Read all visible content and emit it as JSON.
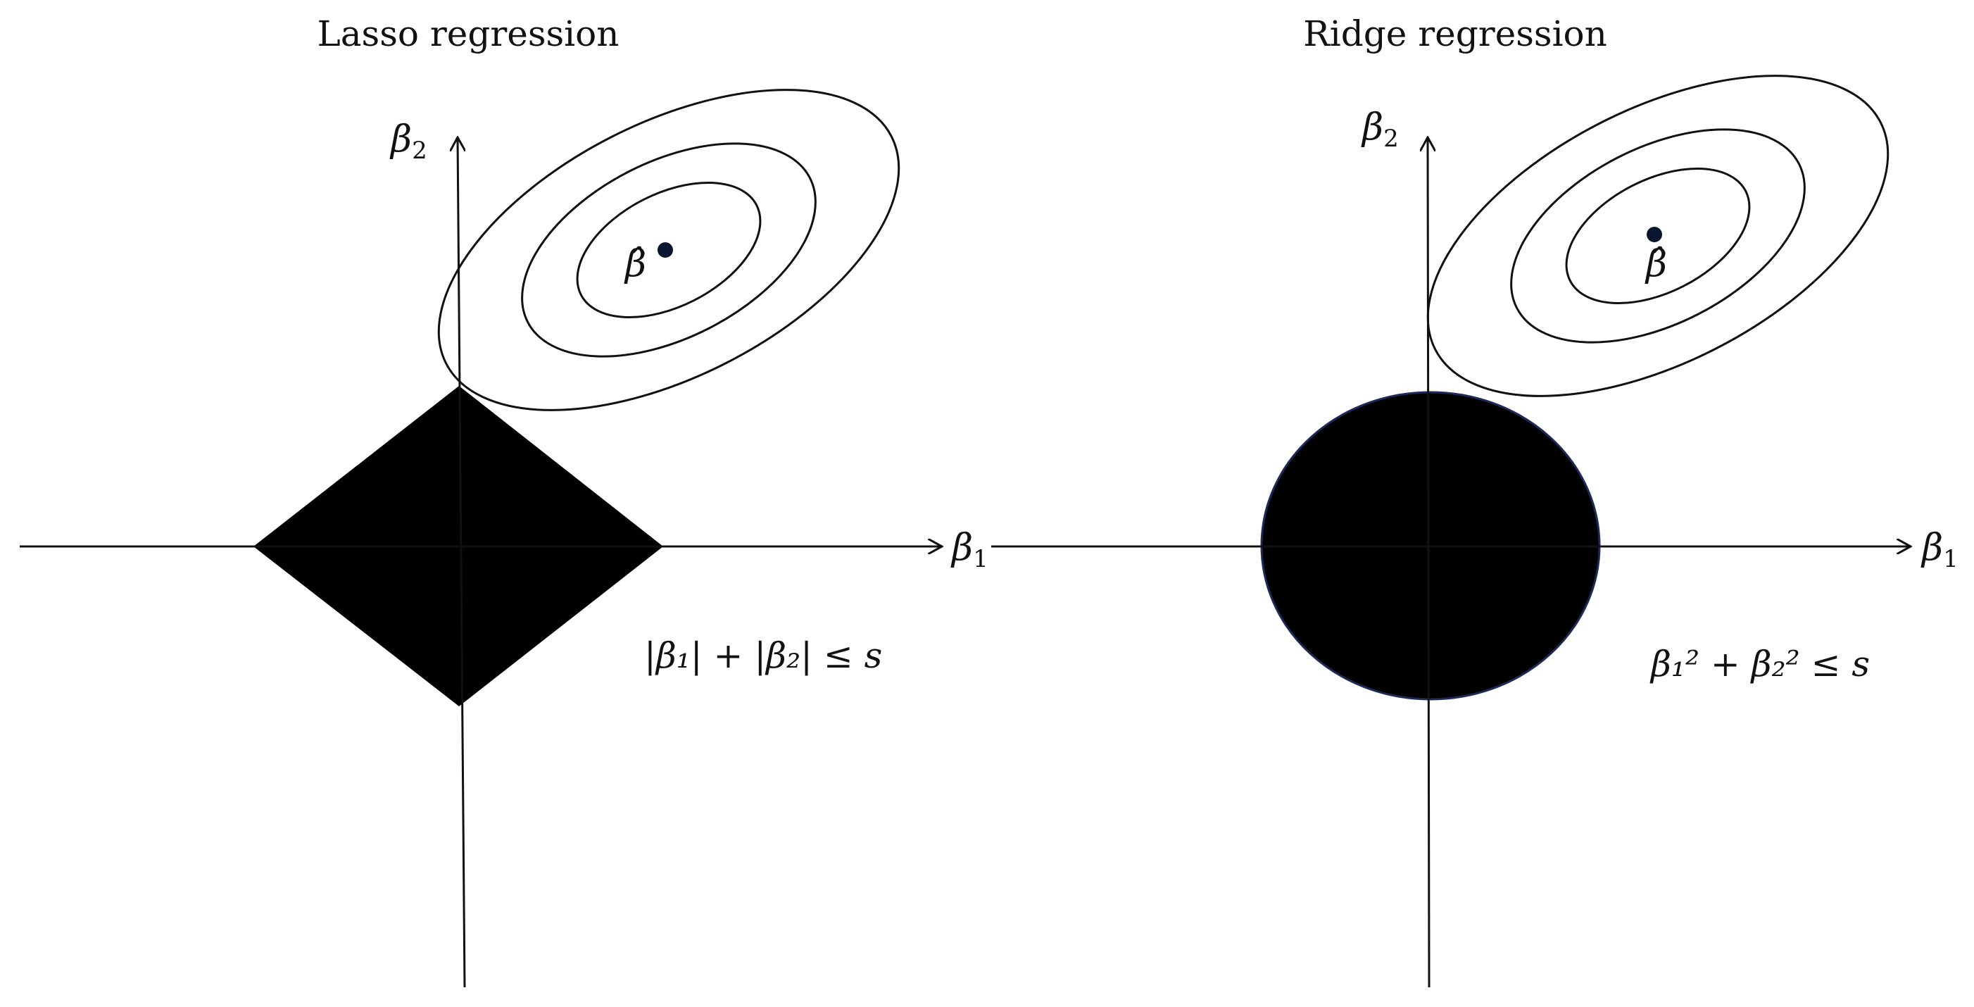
{
  "panels": [
    {
      "id": "lasso",
      "title": "Lasso regression",
      "axis_y_label": {
        "symbol": "β",
        "sub": "2"
      },
      "axis_x_label": {
        "symbol": "β",
        "sub": "1"
      },
      "estimate_label": "β̂",
      "constraint_shape": "diamond",
      "constraint_color": "#000000",
      "constraint_label": "|β₁| + |β₂| ≤ s"
    },
    {
      "id": "ridge",
      "title": "Ridge regression",
      "axis_y_label": {
        "symbol": "β",
        "sub": "2"
      },
      "axis_x_label": {
        "symbol": "β",
        "sub": "1"
      },
      "estimate_label": "β̂",
      "constraint_shape": "circle",
      "constraint_color": "#000000",
      "constraint_label": "β₁² + β₂² ≤ s"
    }
  ],
  "colors": {
    "ink": "#111111",
    "fill": "#000000",
    "background": "#ffffff"
  }
}
